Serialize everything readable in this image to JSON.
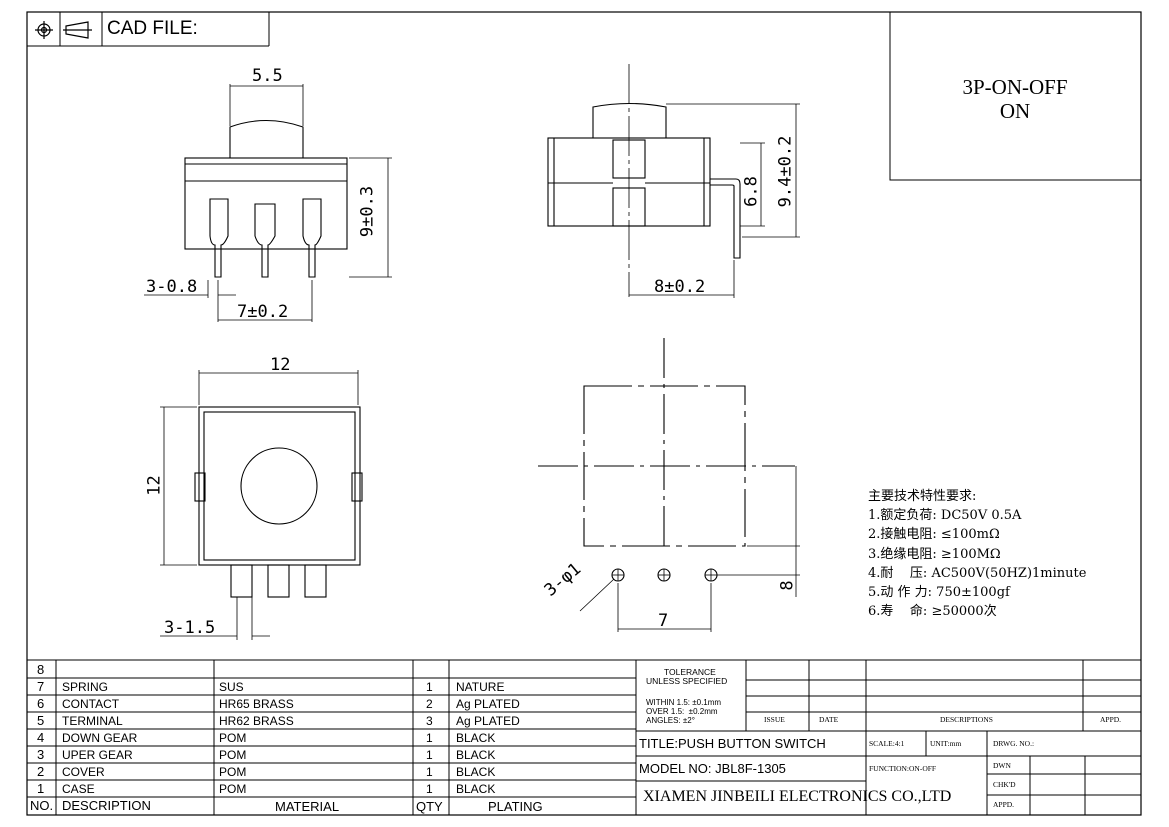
{
  "header": {
    "cad_file_label": "CAD FILE:",
    "projection_symbol": "first-angle-projection-icon"
  },
  "variant": {
    "line1": "3P-ON-OFF",
    "line2": "ON"
  },
  "dimensions": {
    "front_top_width": "5.5",
    "front_height": "9±0.3",
    "pin_count_width": "3-0.8",
    "pin_pitch": "7±0.2",
    "side_inner_height": "6.8",
    "side_total_height": "9.4±0.2",
    "side_width": "8±0.2",
    "top_width": "12",
    "top_height": "12",
    "top_pin_width": "3-1.5",
    "hole_dia": "3-φ1",
    "pcb_pitch": "7",
    "pcb_height": "8"
  },
  "specs": {
    "title": "主要技术特性要求:",
    "items": [
      "1.额定负荷: DC50V 0.5A",
      "2.接触电阻:  ≤100mΩ",
      "3.绝缘电阻: ≥100MΩ",
      "4.耐    压: AC500V(50HZ)1minute",
      "5.动 作 力: 750±100gf",
      "6.寿    命: ≥50000次"
    ]
  },
  "bom": {
    "headers": {
      "no": "NO.",
      "description": "DESCRIPTION",
      "material": "MATERIAL",
      "qty": "QTY",
      "plating": "PLATING"
    },
    "rows": [
      {
        "no": "8",
        "description": "",
        "material": "",
        "qty": "",
        "plating": ""
      },
      {
        "no": "7",
        "description": "SPRING",
        "material": "SUS",
        "qty": "1",
        "plating": "NATURE"
      },
      {
        "no": "6",
        "description": "CONTACT",
        "material": "HR65 BRASS",
        "qty": "2",
        "plating": "Ag PLATED"
      },
      {
        "no": "5",
        "description": "TERMINAL",
        "material": "HR62 BRASS",
        "qty": "3",
        "plating": "Ag PLATED"
      },
      {
        "no": "4",
        "description": "DOWN GEAR",
        "material": "POM",
        "qty": "1",
        "plating": "BLACK"
      },
      {
        "no": "3",
        "description": "UPER GEAR",
        "material": "POM",
        "qty": "1",
        "plating": "BLACK"
      },
      {
        "no": "2",
        "description": "COVER",
        "material": "POM",
        "qty": "1",
        "plating": "BLACK"
      },
      {
        "no": "1",
        "description": "CASE",
        "material": "POM",
        "qty": "1",
        "plating": "BLACK"
      }
    ]
  },
  "title_block": {
    "tolerance_title": "TOLERANCE",
    "tolerance_subtitle": "UNLESS SPECIFIED",
    "tol_within": "WITHIN 1.5: ±0.1mm",
    "tol_over": "OVER 1.5:  ±0.2mm",
    "tol_angles": "ANGLES: ±2°",
    "issue": "ISSUE",
    "date": "DATE",
    "descriptions": "DESCRIPTIONS",
    "appd": "APPD.",
    "title": "TITLE:PUSH BUTTON SWITCH",
    "scale": "SCALE:4:1",
    "unit": "UNIT:mm",
    "drwg_no": "DRWG. NO.:",
    "model": "MODEL NO: JBL8F-1305",
    "function": "FUNCTION:ON-OFF",
    "dwn": "DWN",
    "chkd": "CHK'D",
    "appd2": "APPD.",
    "company": "XIAMEN JINBEILI ELECTRONICS CO.,LTD"
  }
}
